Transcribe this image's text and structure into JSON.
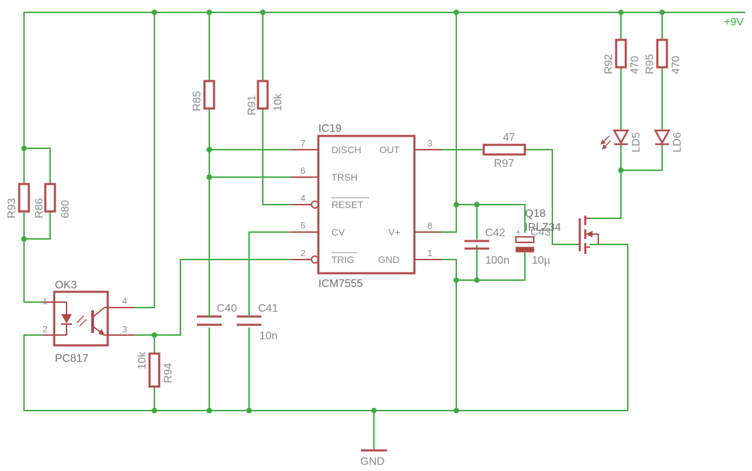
{
  "nets": {
    "vcc": "+9V",
    "gnd": "GND"
  },
  "ic": {
    "ref": "IC19",
    "value": "ICM7555",
    "pins": {
      "disch": {
        "num": "7",
        "name": "DISCH"
      },
      "trsh": {
        "num": "6",
        "name": "TRSH"
      },
      "reset": {
        "num": "4",
        "name": "RESET"
      },
      "cv": {
        "num": "5",
        "name": "CV"
      },
      "trig": {
        "num": "2",
        "name": "TRIG"
      },
      "out": {
        "num": "3",
        "name": "OUT"
      },
      "vplus": {
        "num": "8",
        "name": "V+"
      },
      "gnd": {
        "num": "1",
        "name": "GND"
      }
    }
  },
  "optocoupler": {
    "ref": "OK3",
    "value": "PC817",
    "pins": [
      "1",
      "2",
      "3",
      "4"
    ]
  },
  "resistors": {
    "r85": {
      "ref": "R85"
    },
    "r91": {
      "ref": "R91",
      "value": "10k"
    },
    "r93": {
      "ref": "R93",
      "overlap_value": "R86"
    },
    "r86": {
      "value": "680"
    },
    "r94": {
      "ref": "R94",
      "value": "10k"
    },
    "r97": {
      "ref": "R97",
      "value": "47"
    },
    "r92": {
      "ref": "R92",
      "value": "470"
    },
    "r95": {
      "ref": "R95",
      "value": "470"
    }
  },
  "capacitors": {
    "c40": {
      "ref": "C40"
    },
    "c41": {
      "ref": "C41",
      "value": "10n"
    },
    "c42": {
      "ref": "C42",
      "value": "100n"
    },
    "c43": {
      "ref": "C43",
      "value": "10µ",
      "polarity": "+"
    }
  },
  "leds": {
    "ld5": {
      "ref": "LD5"
    },
    "ld6": {
      "ref": "LD6"
    }
  },
  "mosfet": {
    "ref": "Q18",
    "value": "IRLZ34"
  }
}
